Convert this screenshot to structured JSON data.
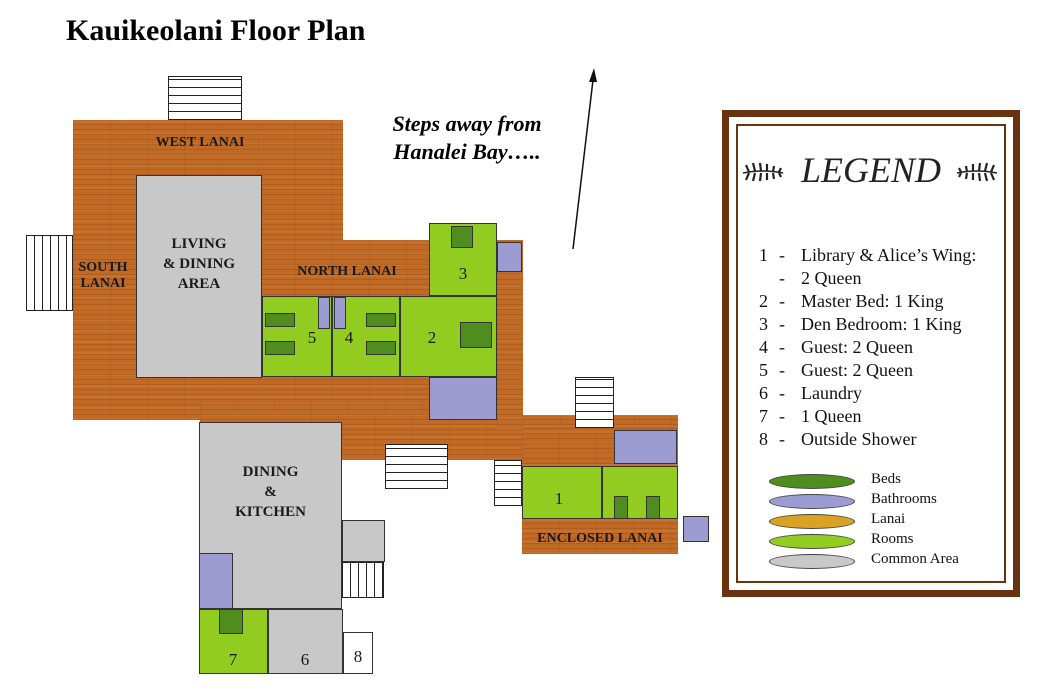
{
  "title": "Kauikeolani Floor Plan",
  "tagline": [
    "Steps away from",
    "Hanalei Bay….."
  ],
  "areas": {
    "west_lanai": "WEST LANAI",
    "south_lanai": [
      "SOUTH",
      "LANAI"
    ],
    "north_lanai": "NORTH LANAI",
    "living_dining": [
      "LIVING",
      "& DINING",
      "AREA"
    ],
    "dining_kitchen": [
      "DINING",
      "&",
      "KITCHEN"
    ],
    "enclosed_lanai": "ENCLOSED LANAI"
  },
  "room_numbers": [
    "1",
    "2",
    "3",
    "4",
    "5",
    "6",
    "7",
    "8"
  ],
  "legend": {
    "title": "LEGEND",
    "items": [
      {
        "num": "1",
        "text": "Library & Alice’s  Wing:"
      },
      {
        "num": "",
        "text": "2 Queen"
      },
      {
        "num": "2",
        "text": "Master Bed:  1 King"
      },
      {
        "num": "3",
        "text": "Den Bedroom:  1 King"
      },
      {
        "num": "4",
        "text": "Guest:  2 Queen"
      },
      {
        "num": "5",
        "text": "Guest:  2 Queen"
      },
      {
        "num": "6",
        "text": "Laundry"
      },
      {
        "num": "7",
        "text": "1 Queen"
      },
      {
        "num": "8",
        "text": "Outside Shower"
      }
    ],
    "key": [
      {
        "label": "Beds",
        "color": "#4f8e1e"
      },
      {
        "label": "Bathrooms",
        "color": "#9c9cd2"
      },
      {
        "label": "Lanai",
        "color": "#d9a222"
      },
      {
        "label": "Rooms",
        "color": "#92cc21"
      },
      {
        "label": "Common Area",
        "color": "#c8c8c8"
      }
    ]
  }
}
